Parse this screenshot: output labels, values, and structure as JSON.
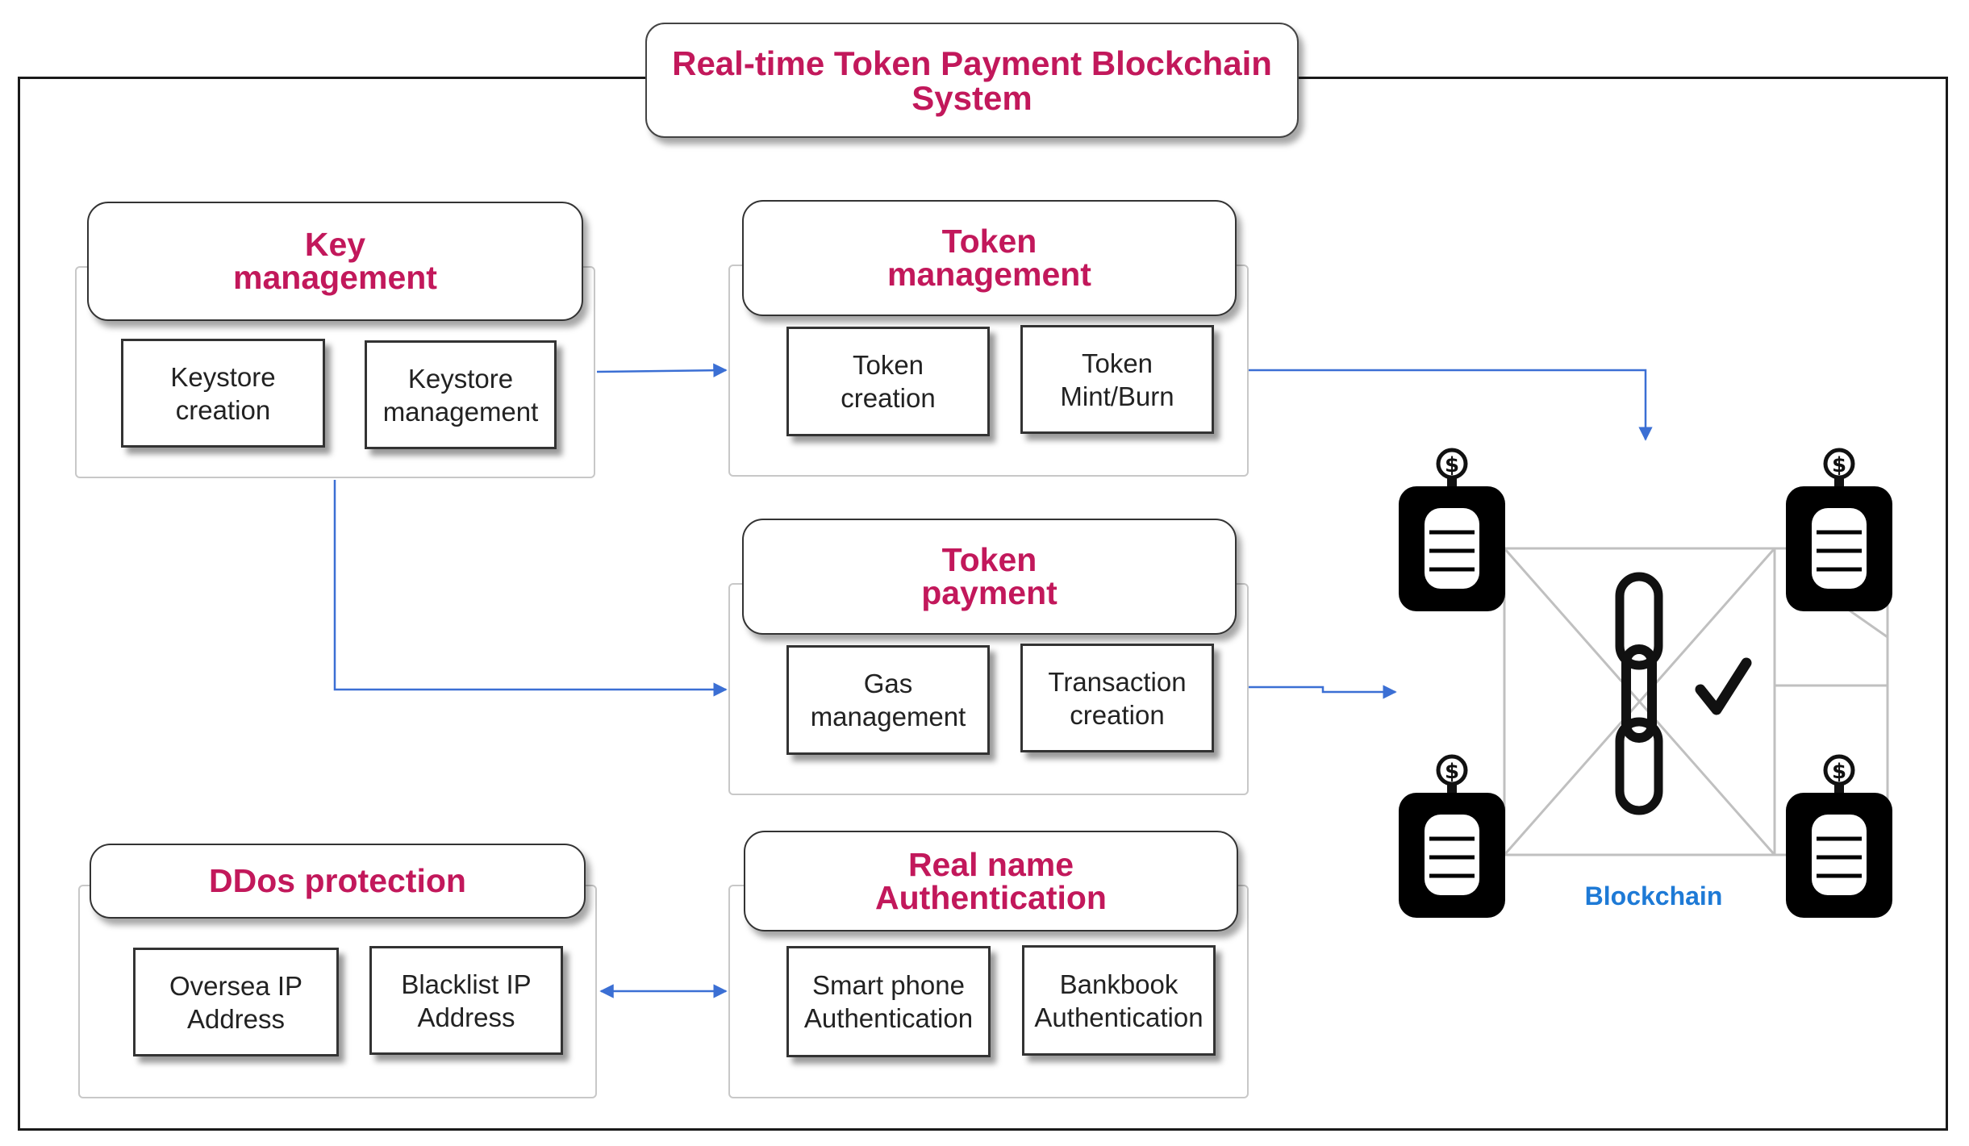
{
  "title": "Real-time Token Payment Blockchain\nSystem",
  "groups": {
    "key": {
      "header": "Key\nmanagement",
      "items": [
        "Keystore\ncreation",
        "Keystore\nmanagement"
      ]
    },
    "token_mgmt": {
      "header": "Token\nmanagement",
      "items": [
        "Token\ncreation",
        "Token\nMint/Burn"
      ]
    },
    "token_pay": {
      "header": "Token\npayment",
      "items": [
        "Gas\nmanagement",
        "Transaction\ncreation"
      ]
    },
    "ddos": {
      "header": "DDos protection",
      "items": [
        "Oversea IP\nAddress",
        "Blacklist IP\nAddress"
      ]
    },
    "realname": {
      "header": "Real name\nAuthentication",
      "items": [
        "Smart phone\nAuthentication",
        "Bankbook\nAuthentication"
      ]
    }
  },
  "blockchain": {
    "label": "Blockchain"
  },
  "colors": {
    "heading": "#c2185b",
    "arrow": "#3b6fd4",
    "blockchain_label": "#1e7ad6"
  }
}
